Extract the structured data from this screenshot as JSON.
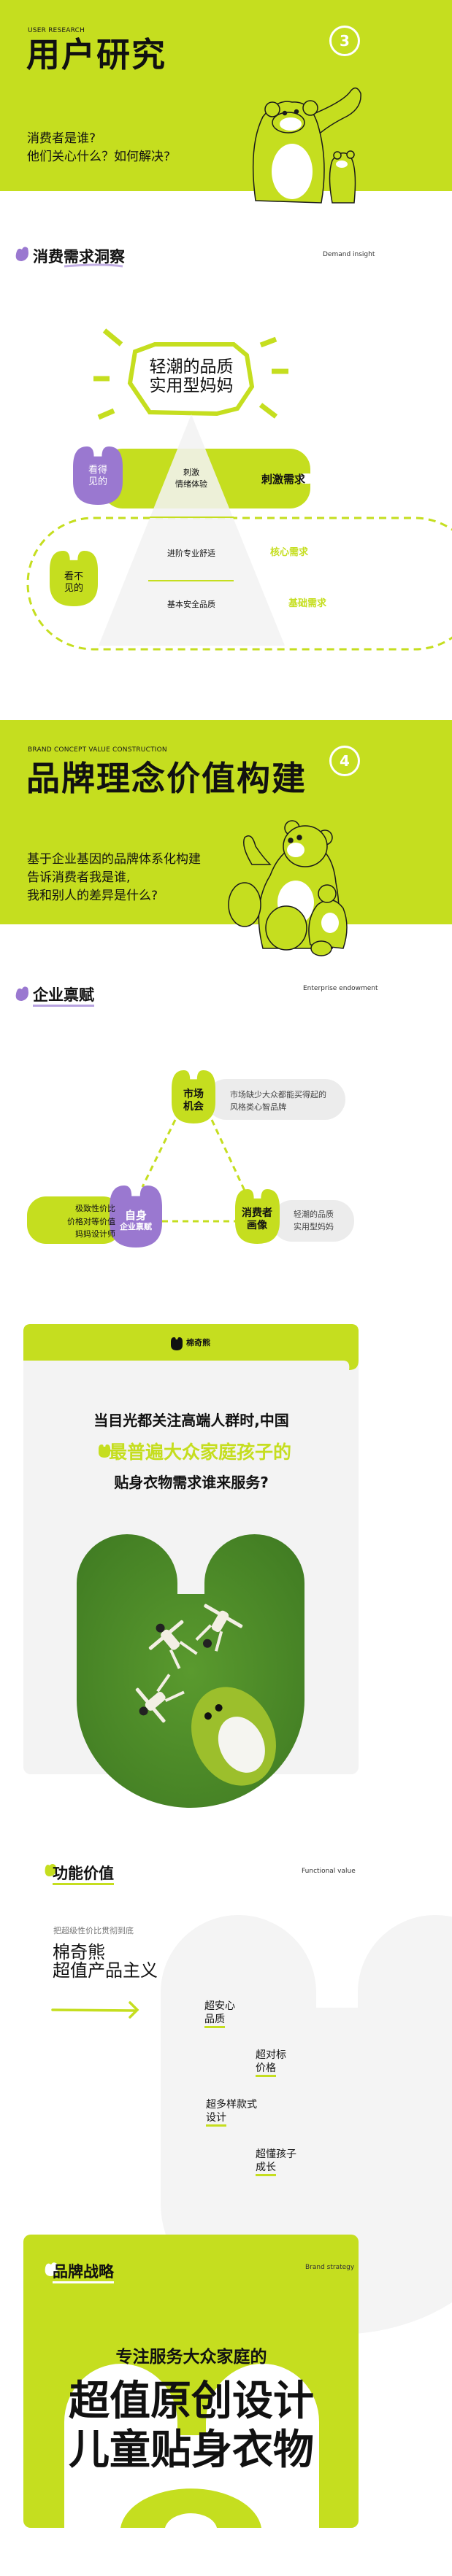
{
  "colors": {
    "brand_green": "#c5de1f",
    "purple": "#9a78d0",
    "light_gray": "#f3f3f3",
    "light_green_text": "#c5de1f"
  },
  "s1": {
    "eyebrow": "USER RESEARCH",
    "title": "用户研究",
    "number": "3",
    "q1": "消费者是谁?",
    "q2": "他们关心什么？如何解决?"
  },
  "s2": {
    "title": "消费需求洞察",
    "en": "Demand insight",
    "burst1": "轻潮的品质",
    "burst2": "实用型妈妈",
    "visible1": "看得",
    "visible2": "见的",
    "invisible1": "看不",
    "invisible2": "见的",
    "tier1a": "刺激",
    "tier1b": "情绪体验",
    "tier1_label": "刺激需求",
    "tier2": "进阶专业舒适",
    "tier2_label": "核心需求",
    "tier3": "基本安全品质",
    "tier3_label": "基础需求"
  },
  "s3": {
    "eyebrow": "BRAND CONCEPT VALUE CONSTRUCTION",
    "title": "品牌理念价值构建",
    "number": "4",
    "d1": "基于企业基因的品牌体系化构建",
    "d2": "告诉消费者我是谁,",
    "d3": "我和别人的差异是什么?"
  },
  "s4": {
    "title": "企业禀赋",
    "en": "Enterprise endowment",
    "market1": "市场",
    "market2": "机会",
    "market_desc1": "市场缺少大众都能买得起的",
    "market_desc2": "风格类心智品牌",
    "self1": "自身",
    "self2": "企业禀赋",
    "self_desc1": "极致性价比",
    "self_desc2": "价格对等价值",
    "self_desc3": "妈妈设计师",
    "consumer1": "消费者",
    "consumer2": "画像",
    "consumer_desc1": "轻潮的品质",
    "consumer_desc2": "实用型妈妈"
  },
  "s5": {
    "logo": "棉奇熊",
    "l1": "当目光都关注高端人群时,中国",
    "l2": "最普遍大众家庭孩子的",
    "l3": "贴身衣物需求谁来服务?"
  },
  "s6": {
    "title": "功能价值",
    "en": "Functional value",
    "sub": "把超级性价比贯彻到底",
    "h1": "棉奇熊",
    "h2": "超值产品主义",
    "items": [
      {
        "a": "超安心",
        "b": "品质"
      },
      {
        "a": "超对标",
        "b": "价格"
      },
      {
        "a": "超多样款式",
        "b": "设计"
      },
      {
        "a": "超懂孩子",
        "b": "成长"
      }
    ]
  },
  "s7": {
    "title": "品牌战略",
    "en": "Brand strategy",
    "l1": "专注服务大众家庭的",
    "l2": "超值原创设计",
    "l3": "儿童贴身衣物"
  }
}
